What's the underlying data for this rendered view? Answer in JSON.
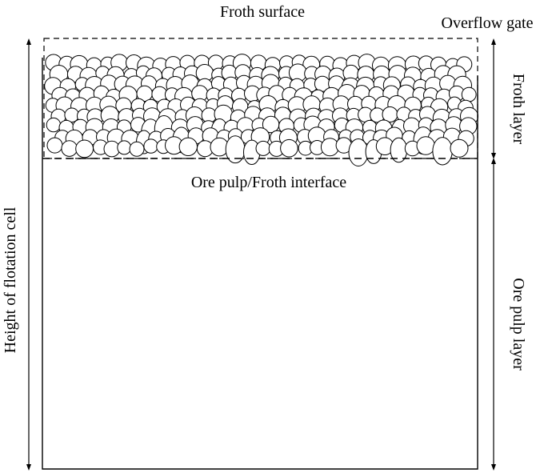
{
  "labels": {
    "froth_surface": "Froth surface",
    "overflow_gate": "Overflow gate",
    "froth_layer": "Froth layer",
    "interface": "Ore pulp/Froth interface",
    "pulp_layer": "Ore pulp layer",
    "cell_height": "Height of flotation cell"
  },
  "colors": {
    "line": "#000000",
    "bubble_fill": "#ffffff"
  }
}
